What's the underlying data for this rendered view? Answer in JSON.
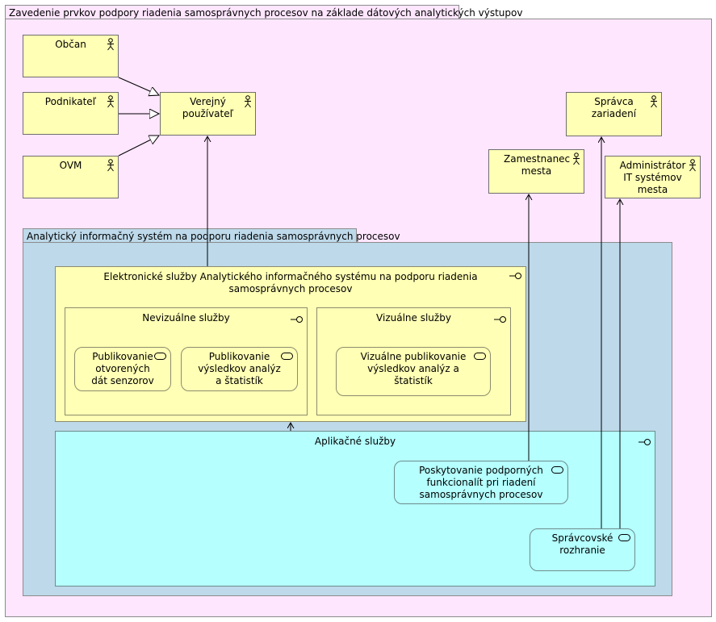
{
  "outer_group": {
    "title": "Zavedenie prvkov podpory riadenia samosprávnych procesov na základe dátových analytických výstupov"
  },
  "actors": {
    "obcan": "Občan",
    "podnikatel": "Podnikateľ",
    "ovm": "OVM",
    "verejny": "Verejný používateľ",
    "spravca": "Správca zariadení",
    "zamestnanec": "Zamestnanec mesta",
    "admin": "Administrátor IT systémov mesta"
  },
  "system_group": {
    "title": "Analytický informačný systém na podporu riadenia samosprávnych procesov"
  },
  "eservices": {
    "title": "Elektronické služby Analytického informačného systému na podporu riadenia samosprávnych procesov"
  },
  "nonvisual": {
    "title": "Nevizuálne služby",
    "items": [
      "Publikovanie otvorených dát senzorov",
      "Publikovanie výsledkov analýz a štatistík"
    ]
  },
  "visual": {
    "title": "Vizuálne služby",
    "items": [
      "Vizuálne publikovanie výsledkov analýz a štatistík"
    ]
  },
  "app_services": {
    "title": "Aplikačné služby",
    "items": [
      "Poskytovanie podporných funkcionalít pri riadení samosprávnych procesov",
      "Správcovské rozhranie"
    ]
  },
  "colors": {
    "outer_fill": "#ffe6ff",
    "system_fill": "#bdd9ea",
    "business_fill": "#ffffb5",
    "application_fill": "#b5ffff"
  }
}
